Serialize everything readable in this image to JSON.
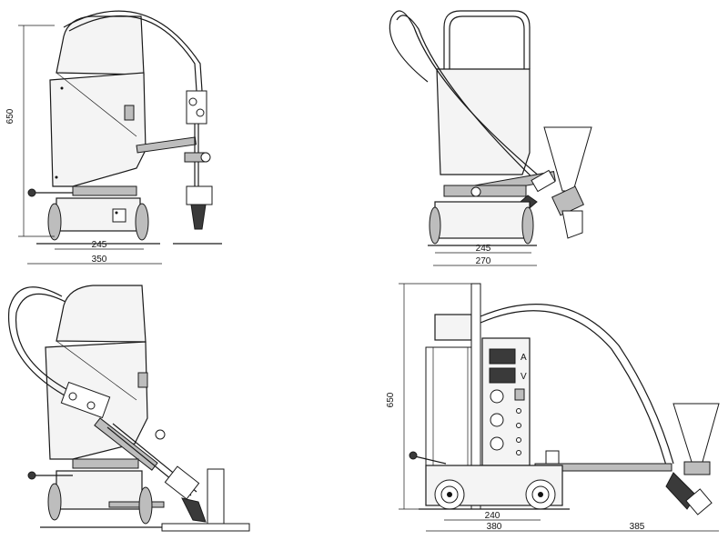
{
  "views": {
    "top_left": {
      "dims": {
        "height": "650",
        "width_inner": "245",
        "width_outer": "350"
      }
    },
    "top_right": {
      "dims": {
        "width_inner": "245",
        "width_outer": "270"
      }
    },
    "bottom_left": {},
    "bottom_right": {
      "dims": {
        "height": "650",
        "width_a": "240",
        "width_b": "380",
        "width_c": "385"
      },
      "panel_letters": {
        "a": "A",
        "b": "V"
      }
    }
  }
}
